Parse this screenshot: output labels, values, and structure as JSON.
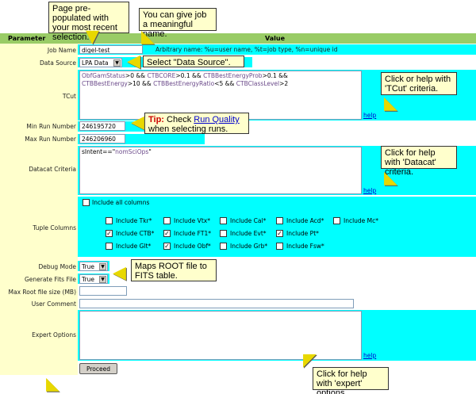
{
  "header": {
    "param_label": "Parameter",
    "value_label": "Value"
  },
  "fields": {
    "job_name": {
      "label": "Job Name",
      "value": "digel-test",
      "hint": "Arbitrary name: %u=user name, %t=job type, %n=unique id"
    },
    "data_source": {
      "label": "Data Source",
      "value": "LPA Data"
    },
    "tcut": {
      "label": "TCut",
      "line1": [
        "ObfGamStatus",
        ">0 && ",
        "CTBCORE",
        ">0.1 && ",
        "CTBBestEnergyProb",
        ">0.1 &&"
      ],
      "line2": [
        "CTBBestEnergy",
        ">10 && ",
        "CTBBestEnergyRatio",
        "<5 && ",
        "CTBClassLevel",
        ">2"
      ],
      "help": "help"
    },
    "min_run": {
      "label": "Min Run Number",
      "value": "246195720"
    },
    "max_run": {
      "label": "Max Run Number",
      "value": "246206960"
    },
    "datacat": {
      "label": "Datacat Criteria",
      "value_prefix": "sIntent==\"",
      "value_token": "nomSciOps",
      "value_suffix": "\"",
      "help": "help"
    },
    "tuple": {
      "label": "Tuple Columns",
      "include_all": "Include all columns",
      "row1": [
        {
          "label": "Include Tkr*",
          "checked": false
        },
        {
          "label": "Include Vtx*",
          "checked": false
        },
        {
          "label": "Include Cal*",
          "checked": false
        },
        {
          "label": "Include Acd*",
          "checked": false
        },
        {
          "label": "Include Mc*",
          "checked": false
        }
      ],
      "row2": [
        {
          "label": "Include CTB*",
          "checked": true
        },
        {
          "label": "Include FT1*",
          "checked": true
        },
        {
          "label": "Include Evt*",
          "checked": false
        },
        {
          "label": "Include Pt*",
          "checked": true
        }
      ],
      "row3": [
        {
          "label": "Include Glt*",
          "checked": false
        },
        {
          "label": "Include Obf*",
          "checked": true
        },
        {
          "label": "Include Grb*",
          "checked": false
        },
        {
          "label": "Include Fsw*",
          "checked": false
        }
      ]
    },
    "debug_mode": {
      "label": "Debug Mode",
      "value": "True"
    },
    "gen_fits": {
      "label": "Generate Fits File",
      "value": "True"
    },
    "max_root": {
      "label": "Max Root file size (MB)",
      "value": ""
    },
    "user_comment": {
      "label": "User Comment",
      "value": ""
    },
    "expert": {
      "label": "Expert Options",
      "help": "help"
    }
  },
  "proceed_label": "Proceed",
  "callouts": {
    "prepopulated": "Page pre-populated with your most recent selection.",
    "job_name": "You can give job a meaningful name.",
    "data_source": "Select \"Data Source\".",
    "tcut": "Click or help with 'TCut' criteria.",
    "tip_label": "Tip:",
    "tip_before": " Check ",
    "tip_link": "Run Quality",
    "tip_after": " when selecting runs.",
    "datacat": "Click for help with 'Datacat' criteria.",
    "maps_root": "Maps ROOT file to FITS table.",
    "expert": "Click for help with 'expert' options."
  }
}
